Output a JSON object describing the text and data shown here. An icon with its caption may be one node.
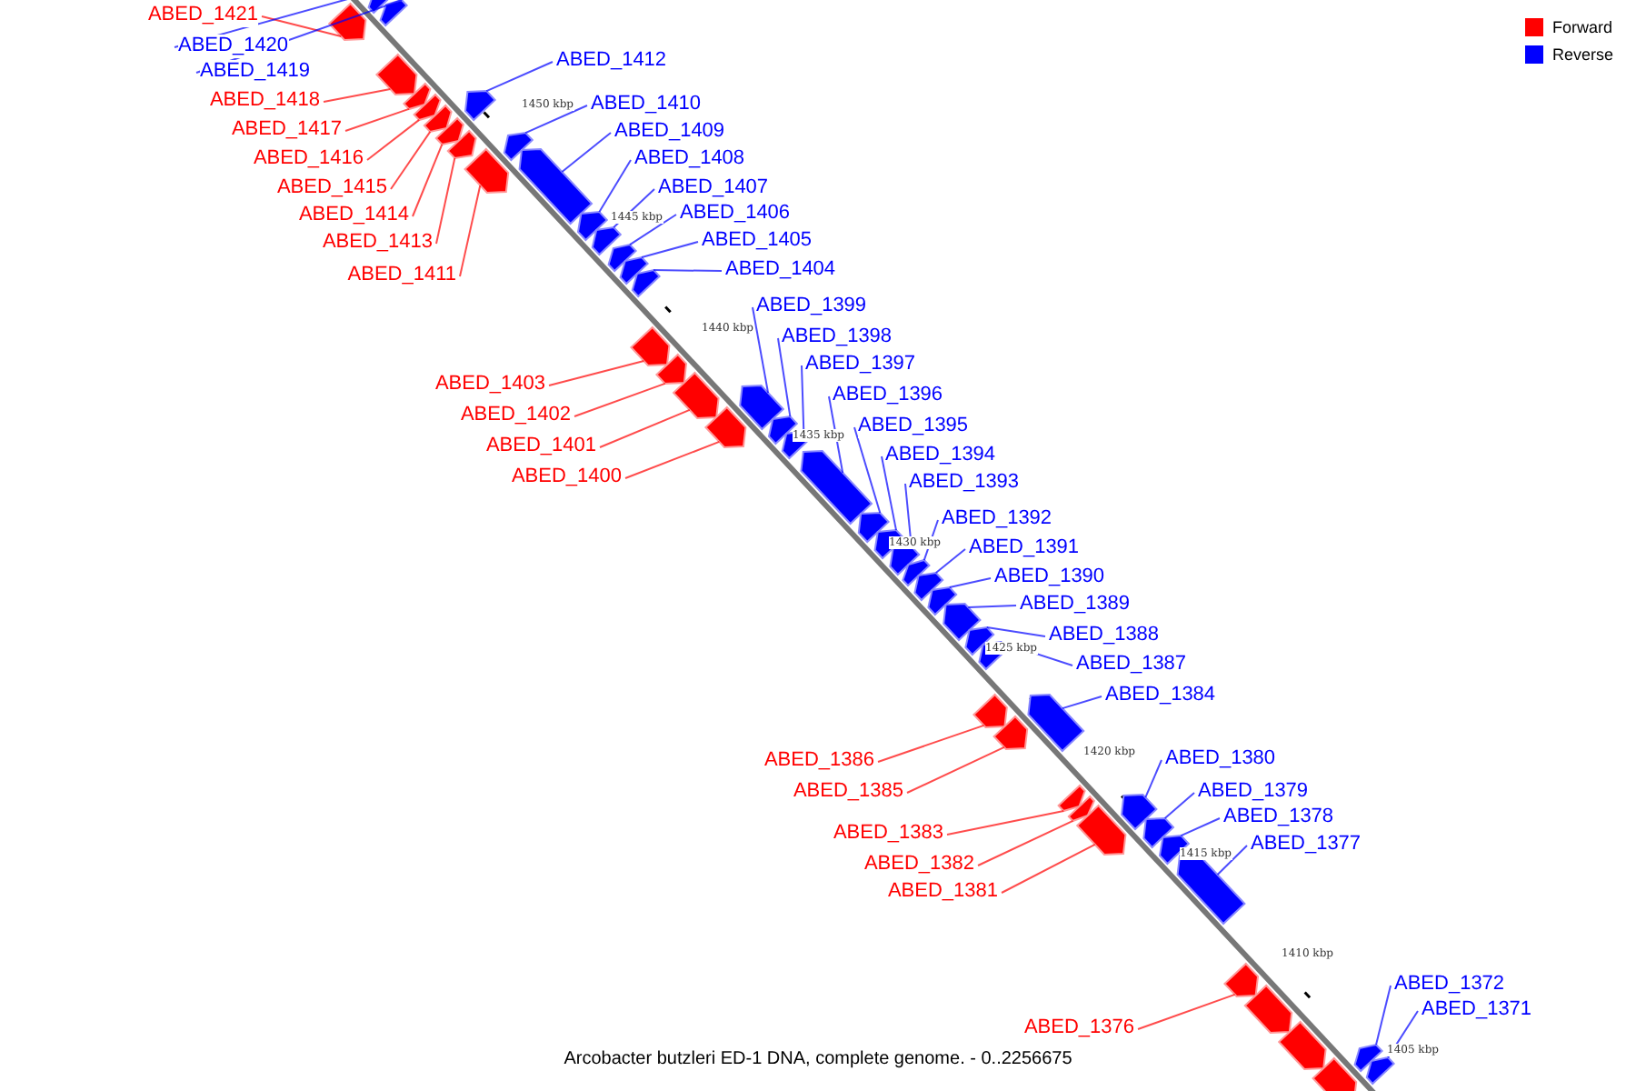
{
  "diagram": {
    "caption": "Arcobacter butzleri ED-1 DNA, complete genome. - 0..2256675",
    "nodes": [
      {
        "text": [
          "ABED_1421"
        ]
      },
      {
        "text": [
          "ABED_1420"
        ]
      },
      {
        "text": [
          "ABED_1412"
        ]
      },
      {
        "text": [
          "ABED_1419"
        ]
      },
      {
        "text": [
          "ABED_1418"
        ]
      },
      {
        "text": [
          "ABED_1410"
        ]
      },
      {
        "text": [
          "ABED_1417"
        ]
      },
      {
        "text": [
          "ABED_1409"
        ]
      },
      {
        "text": [
          "ABED_1416"
        ]
      },
      {
        "text": [
          "ABED_1408"
        ]
      },
      {
        "text": [
          "ABED_1415"
        ]
      },
      {
        "text": [
          "ABED_1407"
        ]
      },
      {
        "text": [
          "ABED_1406"
        ]
      },
      {
        "text": [
          "ABED_1414"
        ]
      },
      {
        "text": [
          "ABED_1405"
        ]
      },
      {
        "text": [
          "ABED_1413"
        ]
      },
      {
        "text": [
          "ABED_1404"
        ]
      },
      {
        "text": [
          "ABED_1411"
        ]
      },
      {
        "text": [
          "ABED_1399"
        ]
      },
      {
        "text": [
          "ABED_1398"
        ]
      },
      {
        "text": [
          "ABED_1397"
        ]
      },
      {
        "text": [
          "ABED_1403"
        ]
      },
      {
        "text": [
          "ABED_1396"
        ]
      },
      {
        "text": [
          "ABED_1402"
        ]
      },
      {
        "text": [
          "ABED_1395"
        ]
      },
      {
        "text": [
          "ABED_1401"
        ]
      },
      {
        "text": [
          "ABED_1394"
        ]
      },
      {
        "text": [
          "ABED_1400"
        ]
      },
      {
        "text": [
          "ABED_1393"
        ]
      },
      {
        "text": [
          "ABED_1392"
        ]
      },
      {
        "text": [
          "ABED_1391"
        ]
      },
      {
        "text": [
          "ABED_1390"
        ]
      },
      {
        "text": [
          "ABED_1389"
        ]
      },
      {
        "text": [
          "ABED_1388"
        ]
      },
      {
        "text": [
          "ABED_1387"
        ]
      },
      {
        "text": [
          "ABED_1384"
        ]
      },
      {
        "text": [
          "ABED_1380"
        ]
      },
      {
        "text": [
          "ABED_1386"
        ]
      },
      {
        "text": [
          "ABED_1379"
        ]
      },
      {
        "text": [
          "ABED_1385"
        ]
      },
      {
        "text": [
          "ABED_1378"
        ]
      },
      {
        "text": [
          "ABED_1383"
        ]
      },
      {
        "text": [
          "ABED_1377"
        ]
      },
      {
        "text": [
          "ABED_1382"
        ]
      },
      {
        "text": [
          "ABED_1381"
        ]
      },
      {
        "text": [
          "ABED_1372"
        ]
      },
      {
        "text": [
          "ABED_1371"
        ]
      },
      {
        "text": [
          "ABED_1376"
        ]
      },
      {
        "text": [],
        "shape": "bar"
      },
      {
        "text": [],
        "shape": "bar"
      },
      {
        "text": [],
        "shape": "bar"
      },
      {
        "text": [],
        "shape": "bar"
      },
      {
        "text": [],
        "shape": "bar"
      },
      {
        "text": [],
        "shape": "bar"
      },
      {
        "text": [],
        "shape": "bar"
      },
      {
        "text": [],
        "shape": "bar"
      },
      {
        "text": [],
        "shape": "bar"
      },
      {
        "text": [],
        "shape": "bar"
      },
      {
        "text": [],
        "shape": "bar"
      },
      {
        "text": [],
        "shape": "bar"
      },
      {
        "text": [],
        "shape": "bar"
      },
      {
        "text": [],
        "shape": "bar"
      },
      {
        "text": [],
        "shape": "bar"
      },
      {
        "text": [],
        "shape": "bar"
      },
      {
        "text": [],
        "shape": "bar"
      },
      {
        "text": [],
        "shape": "bar"
      },
      {
        "text": [],
        "shape": "bar"
      },
      {
        "text": [],
        "shape": "bar"
      },
      {
        "text": [],
        "shape": "bar"
      },
      {
        "text": [],
        "shape": "bar"
      },
      {
        "text": [],
        "shape": "bar"
      },
      {
        "text": [],
        "shape": "bar"
      },
      {
        "text": [],
        "shape": "bar"
      },
      {
        "text": [],
        "shape": "bar"
      },
      {
        "text": [],
        "shape": "bar"
      },
      {
        "text": [],
        "shape": "bar"
      },
      {
        "text": [],
        "shape": "bar"
      },
      {
        "text": [],
        "shape": "bar"
      },
      {
        "text": [],
        "shape": "bar"
      },
      {
        "text": [],
        "shape": "bar"
      },
      {
        "text": [],
        "shape": "bar"
      },
      {
        "text": [],
        "shape": "bar"
      },
      {
        "text": [],
        "shape": "bar"
      },
      {
        "text": [],
        "shape": "bar"
      },
      {
        "text": [],
        "shape": "bar"
      },
      {
        "text": [],
        "shape": "bar"
      },
      {
        "text": [],
        "shape": "bar"
      },
      {
        "text": [],
        "shape": "bar"
      },
      {
        "text": [],
        "shape": "bar"
      },
      {
        "text": [],
        "shape": "bar"
      },
      {
        "text": [],
        "shape": "bar"
      },
      {
        "text": [],
        "shape": "bar"
      },
      {
        "text": [],
        "shape": "bar"
      },
      {
        "text": [],
        "shape": "bar"
      },
      {
        "text": [],
        "shape": "bar"
      },
      {
        "text": [],
        "shape": "bar"
      },
      {
        "text": [],
        "shape": "bar"
      },
      {
        "text": [],
        "shape": "bar"
      },
      {
        "text": [],
        "shape": "bar"
      }
    ],
    "edges": [
      {
        "from": 0,
        "to": 48,
        "arrow": "none",
        "color": "#ff0000"
      },
      {
        "from": 1,
        "to": 49,
        "arrow": "none"
      },
      {
        "from": 2,
        "to": 55,
        "arrow": "none"
      },
      {
        "from": 3,
        "to": 50,
        "arrow": "none"
      },
      {
        "from": 4,
        "to": 51,
        "arrow": "none",
        "color": "#ff0000"
      },
      {
        "from": 5,
        "to": 59,
        "arrow": "none"
      },
      {
        "from": 6,
        "to": 52,
        "arrow": "none",
        "color": "#ff0000"
      },
      {
        "from": 7,
        "to": 60,
        "arrow": "none"
      },
      {
        "from": 8,
        "to": 53,
        "arrow": "none",
        "color": "#ff0000"
      },
      {
        "from": 9,
        "to": 61,
        "arrow": "none"
      },
      {
        "from": 10,
        "to": 54,
        "arrow": "none",
        "color": "#ff0000"
      },
      {
        "from": 11,
        "to": 62,
        "arrow": "none"
      },
      {
        "from": 12,
        "to": 63,
        "arrow": "none"
      },
      {
        "from": 13,
        "to": 56,
        "arrow": "none",
        "color": "#ff0000"
      },
      {
        "from": 14,
        "to": 64,
        "arrow": "none"
      },
      {
        "from": 15,
        "to": 57,
        "arrow": "none",
        "color": "#ff0000"
      },
      {
        "from": 16,
        "to": 65,
        "arrow": "none"
      },
      {
        "from": 17,
        "to": 58,
        "arrow": "none",
        "color": "#ff0000"
      },
      {
        "from": 18,
        "to": 69,
        "arrow": "none"
      },
      {
        "from": 19,
        "to": 71,
        "arrow": "none"
      },
      {
        "from": 20,
        "to": 72,
        "arrow": "none"
      },
      {
        "from": 21,
        "to": 66,
        "arrow": "none",
        "color": "#ff0000"
      },
      {
        "from": 22,
        "to": 73,
        "arrow": "none"
      },
      {
        "from": 23,
        "to": 67,
        "arrow": "none",
        "color": "#ff0000"
      },
      {
        "from": 24,
        "to": 74,
        "arrow": "none"
      },
      {
        "from": 25,
        "to": 68,
        "arrow": "none",
        "color": "#ff0000"
      },
      {
        "from": 26,
        "to": 75,
        "arrow": "none"
      },
      {
        "from": 27,
        "to": 70,
        "arrow": "none",
        "color": "#ff0000"
      },
      {
        "from": 28,
        "to": 76,
        "arrow": "none"
      },
      {
        "from": 29,
        "to": 77,
        "arrow": "none"
      },
      {
        "from": 30,
        "to": 78,
        "arrow": "none"
      },
      {
        "from": 31,
        "to": 79,
        "arrow": "none"
      },
      {
        "from": 32,
        "to": 80,
        "arrow": "none"
      },
      {
        "from": 33,
        "to": 81,
        "arrow": "none"
      },
      {
        "from": 34,
        "to": 82,
        "arrow": "none"
      },
      {
        "from": 35,
        "to": 84,
        "arrow": "none"
      },
      {
        "from": 36,
        "to": 89,
        "arrow": "none"
      },
      {
        "from": 37,
        "to": 83,
        "arrow": "none",
        "color": "#ff0000"
      },
      {
        "from": 38,
        "to": 90,
        "arrow": "none"
      },
      {
        "from": 39,
        "to": 85,
        "arrow": "none",
        "color": "#ff0000"
      },
      {
        "from": 40,
        "to": 91,
        "arrow": "none"
      },
      {
        "from": 41,
        "to": 86,
        "arrow": "none",
        "color": "#ff0000"
      },
      {
        "from": 42,
        "to": 92,
        "arrow": "none"
      },
      {
        "from": 43,
        "to": 87,
        "arrow": "none",
        "color": "#ff0000"
      },
      {
        "from": 44,
        "to": 88,
        "arrow": "none",
        "color": "#ff0000"
      },
      {
        "from": 45,
        "to": 97,
        "arrow": "none"
      },
      {
        "from": 46,
        "to": 98,
        "arrow": "none"
      },
      {
        "from": 47,
        "to": 93,
        "arrow": "none",
        "color": "#ff0000"
      }
    ],
    "labels": [
      "1450 kbp",
      "1445 kbp",
      "1440 kbp",
      "1435 kbp",
      "1430 kbp",
      "1425 kbp",
      "1420 kbp",
      "1415 kbp",
      "1410 kbp",
      "1405 kbp"
    ],
    "legend": [
      {
        "text": "Forward",
        "color": "#ff0000"
      },
      {
        "text": "Reverse",
        "color": "#0000ff"
      }
    ]
  }
}
